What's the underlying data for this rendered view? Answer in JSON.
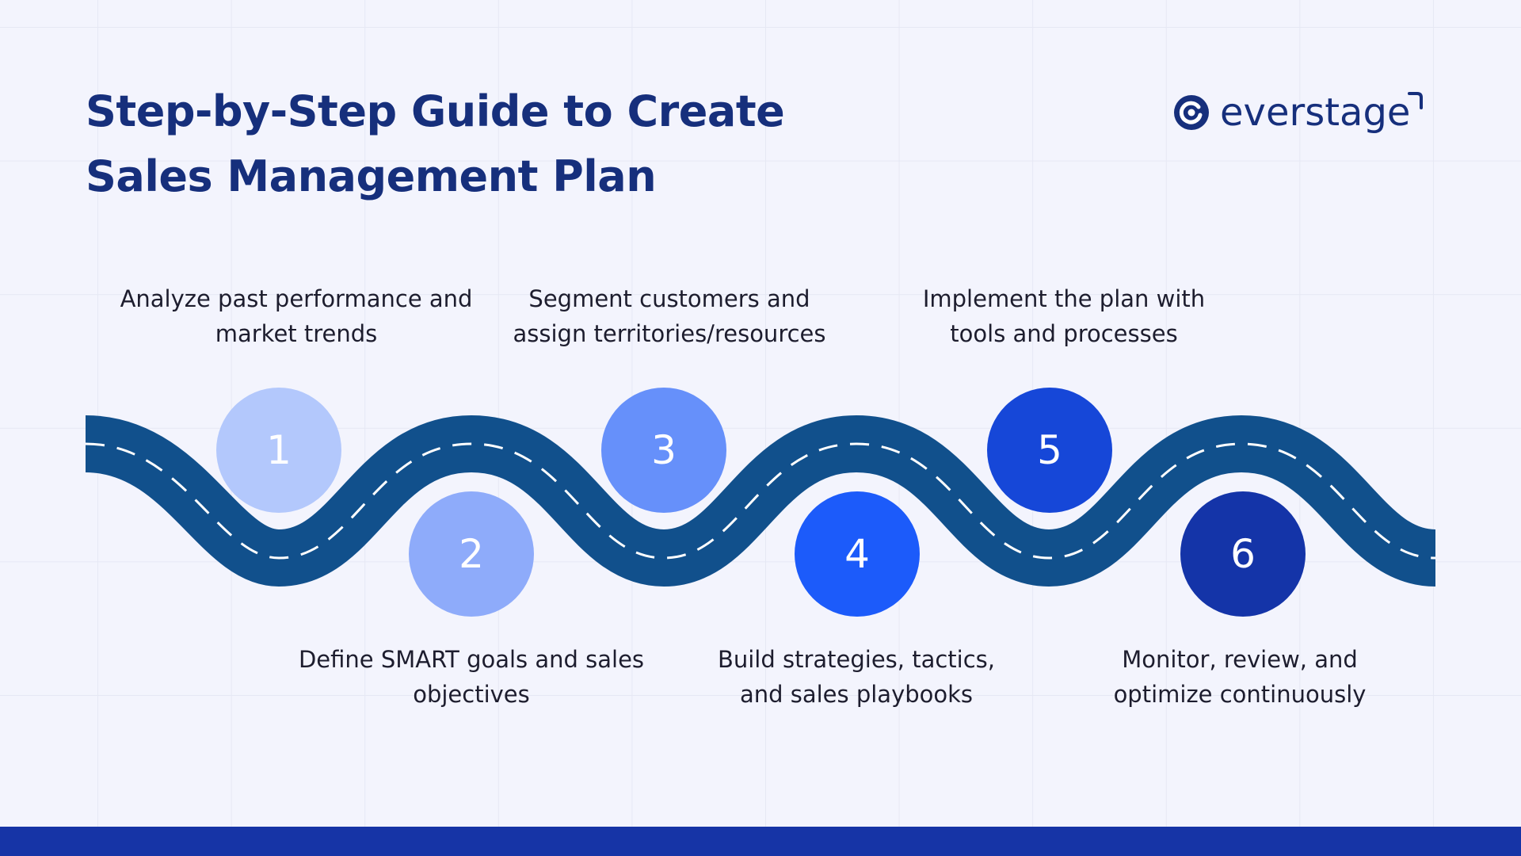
{
  "title": "Step-by-Step Guide to Create Sales Management Plan",
  "brand": {
    "name": "everstage",
    "color": "#162f7c"
  },
  "colors": {
    "background": "#f3f4fd",
    "road": "#11508c",
    "road_dash": "#ffffff",
    "footer": "#1634a6"
  },
  "steps": [
    {
      "number": "1",
      "caption": "Analyze past performance and market trends",
      "color": "#b3c8fc"
    },
    {
      "number": "2",
      "caption": "Define SMART goals and sales objectives",
      "color": "#8eabfa"
    },
    {
      "number": "3",
      "caption": "Segment customers and assign territories/resources",
      "color": "#6690fa"
    },
    {
      "number": "4",
      "caption": "Build strategies, tactics, and sales playbooks",
      "color": "#1c5bfa"
    },
    {
      "number": "5",
      "caption": "Implement the plan with tools and processes",
      "color": "#1647d8"
    },
    {
      "number": "6",
      "caption": "Monitor, review, and optimize continuously",
      "color": "#1434a8"
    }
  ]
}
